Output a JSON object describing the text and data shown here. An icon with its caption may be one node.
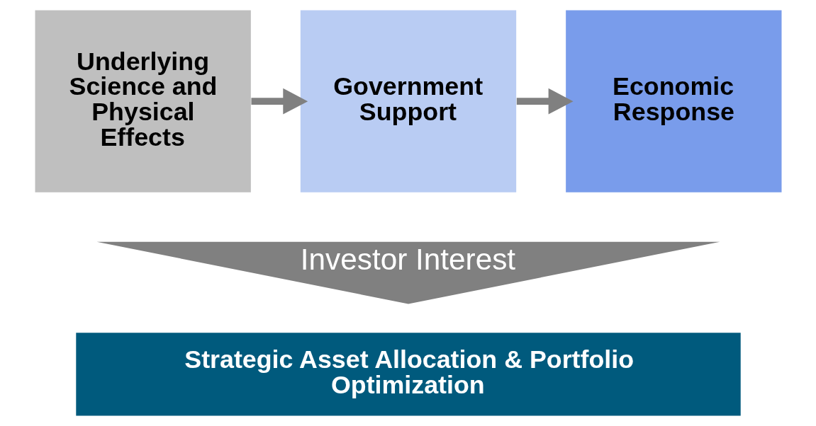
{
  "diagram": {
    "nodes": [
      {
        "text": [
          "Underlying Science and Physical Effects"
        ]
      },
      {
        "text": [
          "Government Support"
        ]
      },
      {
        "text": [
          "Economic Response"
        ]
      },
      {
        "text": [
          "Investor Interest"
        ]
      },
      {
        "text": [
          "Strategic Asset Allocation & Portfolio Optimization"
        ]
      }
    ],
    "edges": [
      {
        "from": 0,
        "to": 1,
        "arrow": "to"
      },
      {
        "from": 1,
        "to": 2,
        "arrow": "to"
      }
    ]
  }
}
